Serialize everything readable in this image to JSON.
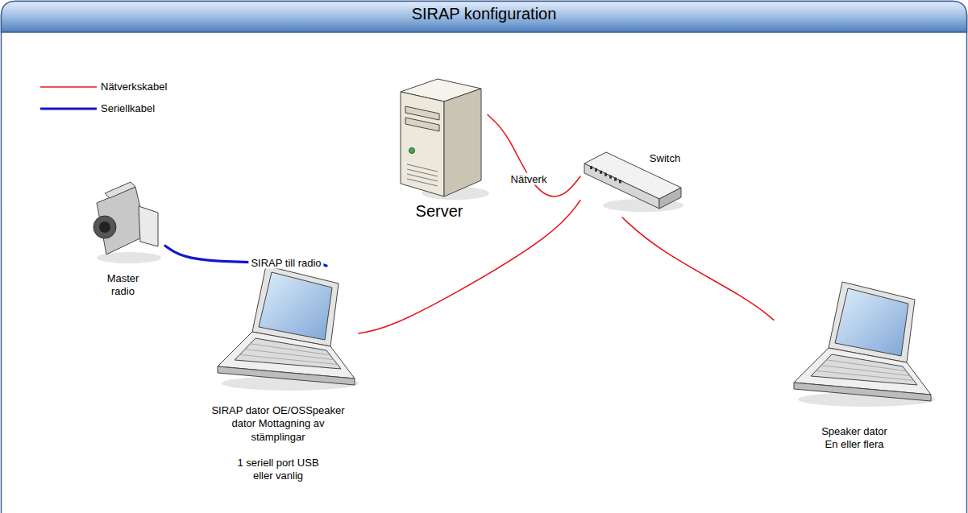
{
  "diagram": {
    "title": "SIRAP konfiguration",
    "nodes": [
      {
        "text": [
          "Server"
        ]
      },
      {
        "text": [
          "Switch"
        ]
      },
      {
        "text": [
          "Master radio"
        ]
      },
      {
        "text": [
          "SIRAP dator OE/OSSpeaker dator Mottagning av stämplingar",
          "1 seriell port USB eller vanlig"
        ]
      },
      {
        "text": [
          "Speaker dator En eller flera"
        ]
      }
    ],
    "edges": [
      {
        "from": 0,
        "to": 1,
        "arrow": "none",
        "label": "Nätverk"
      },
      {
        "from": 1,
        "to": 3,
        "arrow": "none"
      },
      {
        "from": 1,
        "to": 4,
        "arrow": "none"
      },
      {
        "from": 2,
        "to": 3,
        "arrow": "none",
        "label": "SIRAP till radio"
      }
    ],
    "legend": [
      {
        "text": "Nätverkskabel"
      },
      {
        "text": "Seriellkabel"
      }
    ]
  }
}
